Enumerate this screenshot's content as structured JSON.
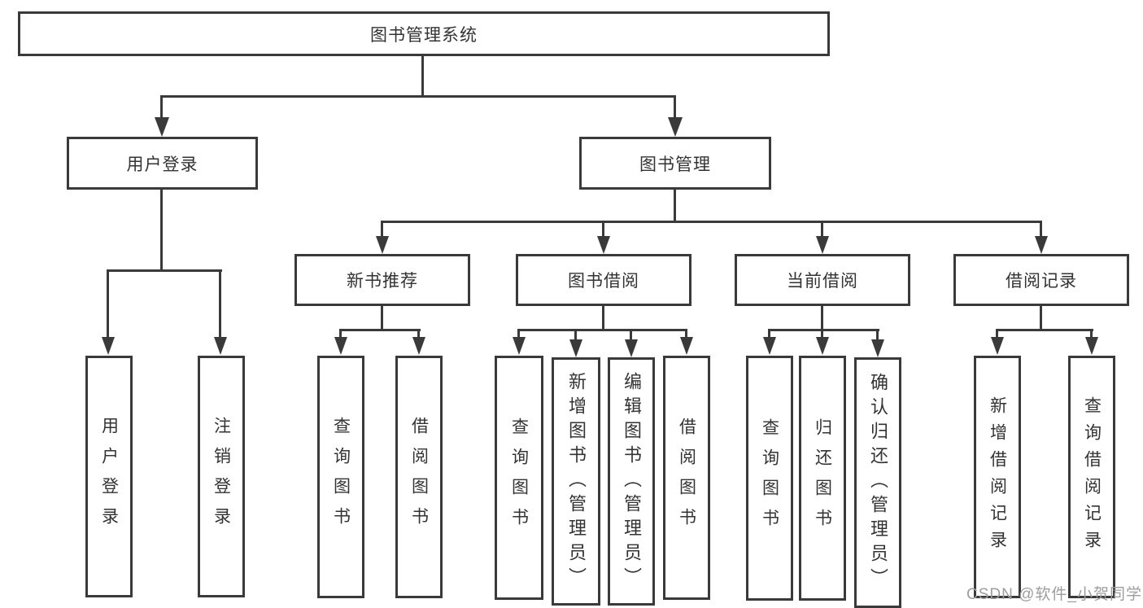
{
  "diagram": {
    "root": {
      "label": "图书管理系统"
    },
    "level2": [
      {
        "label": "用户登录"
      },
      {
        "label": "图书管理"
      }
    ],
    "level3": [
      {
        "label": "新书推荐"
      },
      {
        "label": "图书借阅"
      },
      {
        "label": "当前借阅"
      },
      {
        "label": "借阅记录"
      }
    ],
    "leaves": {
      "user_login": [
        {
          "label": "用户登录"
        },
        {
          "label": "注销登录"
        }
      ],
      "new_book": [
        {
          "label": "查询图书"
        },
        {
          "label": "借阅图书"
        }
      ],
      "book_borrow": [
        {
          "label": "查询图书"
        },
        {
          "label": "新增图书（管理员）"
        },
        {
          "label": "编辑图书（管理员）"
        },
        {
          "label": "借阅图书"
        }
      ],
      "current_borrow": [
        {
          "label": "查询图书"
        },
        {
          "label": "归还图书"
        },
        {
          "label": "确认归还（管理员）"
        }
      ],
      "borrow_records": [
        {
          "label": "新增借阅记录"
        },
        {
          "label": "查询借阅记录"
        }
      ]
    }
  },
  "watermark": {
    "text": "CSDN @软件_小贺同学"
  },
  "colors": {
    "line": "#3a3a3a",
    "text": "#333333",
    "watermark_text": "#9d9d9d",
    "background": "#ffffff"
  }
}
